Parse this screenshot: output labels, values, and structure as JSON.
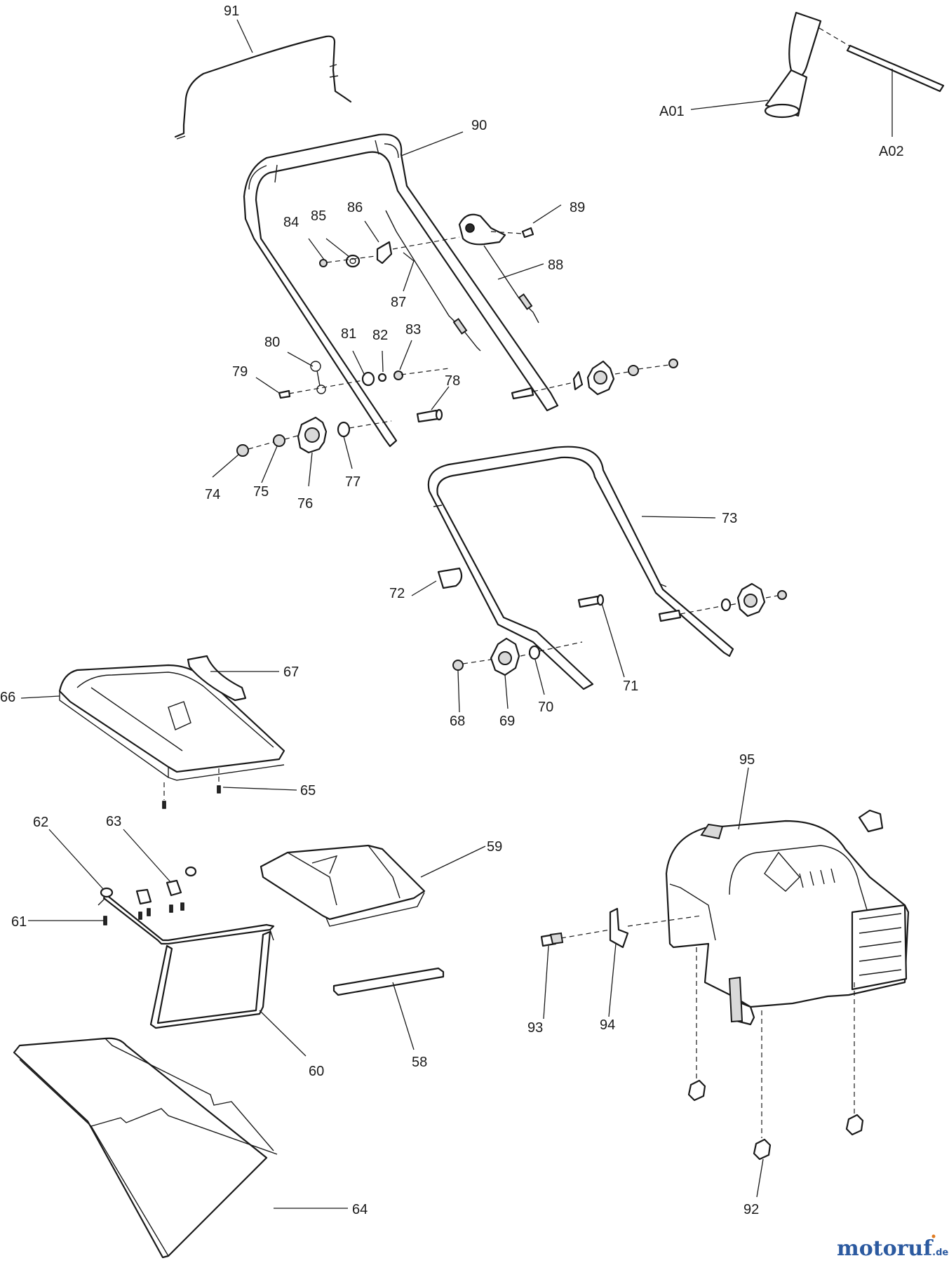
{
  "labels": {
    "p91": "91",
    "p90": "90",
    "pA01": "A01",
    "pA02": "A02",
    "p84": "84",
    "p85": "85",
    "p86": "86",
    "p87": "87",
    "p88": "88",
    "p89": "89",
    "p79": "79",
    "p80": "80",
    "p81": "81",
    "p82": "82",
    "p83": "83",
    "p78": "78",
    "p74": "74",
    "p75": "75",
    "p76": "76",
    "p77": "77",
    "p73": "73",
    "p72": "72",
    "p71": "71",
    "p68": "68",
    "p69": "69",
    "p70": "70",
    "p66": "66",
    "p67": "67",
    "p65": "65",
    "p62": "62",
    "p63": "63",
    "p61": "61",
    "p60": "60",
    "p59": "59",
    "p58": "58",
    "p64": "64",
    "p95": "95",
    "p93": "93",
    "p94": "94",
    "p92": "92"
  },
  "watermark": {
    "brand": "motoruf",
    "suffix": ".de",
    "brand_color": "#2c5aa0",
    "accent_color": "#e07a1f"
  }
}
